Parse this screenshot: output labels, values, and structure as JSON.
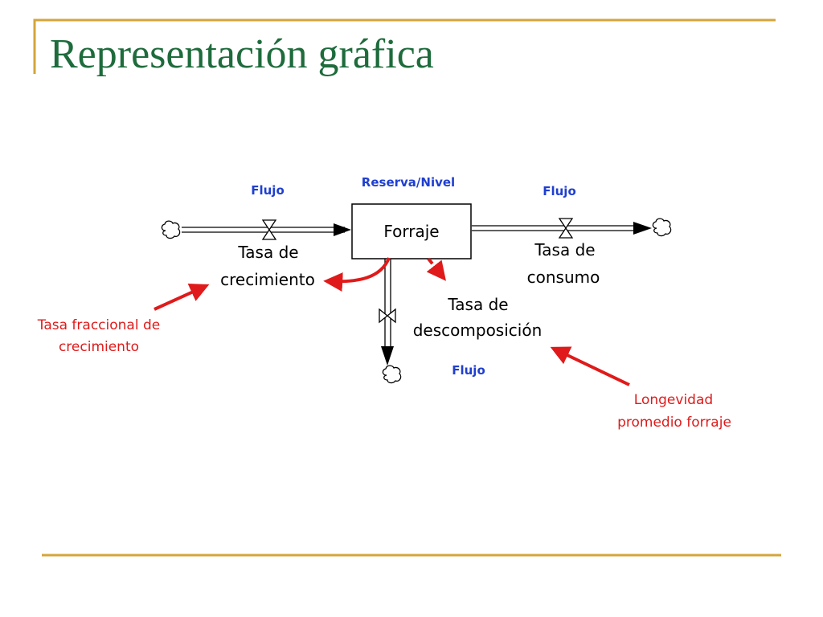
{
  "slide": {
    "title": "Representación gráfica",
    "accent_color": "#d4a53a",
    "title_color": "#1e6b3c"
  },
  "diagram": {
    "stock": {
      "category_label": "Reserva/Nivel",
      "name": "Forraje"
    },
    "flows": [
      {
        "category_label": "Flujo",
        "name_line1": "Tasa de",
        "name_line2": "crecimiento"
      },
      {
        "category_label": "Flujo",
        "name_line1": "Tasa de",
        "name_line2": "consumo"
      },
      {
        "category_label": "Flujo",
        "name_line1": "Tasa de",
        "name_line2": "descomposición"
      }
    ],
    "auxiliaries": [
      {
        "line1": "Tasa fraccional de",
        "line2": "crecimiento"
      },
      {
        "line1": "Longevidad",
        "line2": "promedio forraje"
      }
    ],
    "colors": {
      "flow_label": "#1f3fd0",
      "auxiliary": "#e01a1a",
      "structure": "#000000"
    },
    "icons": {
      "source_sink": "cloud-icon",
      "flow_control": "valve-icon"
    }
  }
}
